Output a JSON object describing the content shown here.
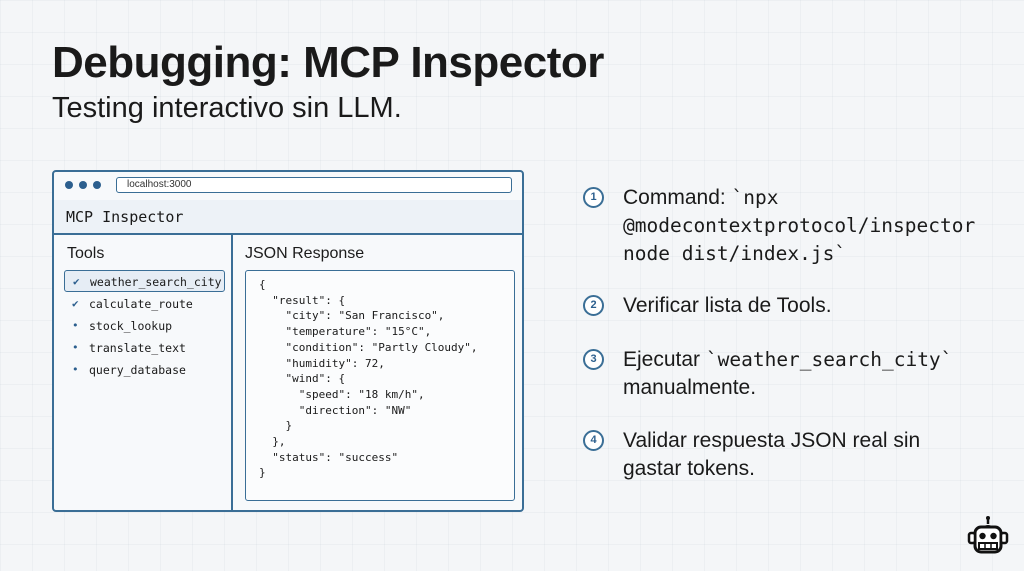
{
  "slide": {
    "title": "Debugging: MCP Inspector",
    "subtitle": "Testing interactivo sin LLM."
  },
  "window": {
    "address": "localhost:3000",
    "app_title": "MCP Inspector",
    "tools_label": "Tools",
    "tools": [
      {
        "name": "weather_search_city",
        "icon": "check-icon",
        "selected": true
      },
      {
        "name": "calculate_route",
        "icon": "check-icon",
        "selected": false
      },
      {
        "name": "stock_lookup",
        "icon": "bullet-icon",
        "selected": false
      },
      {
        "name": "translate_text",
        "icon": "bullet-icon",
        "selected": false
      },
      {
        "name": "query_database",
        "icon": "bullet-icon",
        "selected": false
      }
    ],
    "json_label": "JSON Response",
    "json_lines": [
      "{",
      "  \"result\": {",
      "    \"city\": \"San Francisco\",",
      "    \"temperature\": \"15°C\",",
      "    \"condition\": \"Partly Cloudy\",",
      "    \"humidity\": 72,",
      "    \"wind\": {",
      "      \"speed\": \"18 km/h\",",
      "      \"direction\": \"NW\"",
      "    }",
      "  },",
      "  \"status\": \"success\"",
      "}"
    ]
  },
  "steps": [
    {
      "number": "1",
      "l1_text": "Command: ",
      "l1_code": "`npx",
      "l2_code": "@modecontextprotocol/inspector",
      "l3_code": "node dist/index.js`"
    },
    {
      "number": "2",
      "text": "Verificar lista de Tools."
    },
    {
      "number": "3",
      "l1_text": "Ejecutar ",
      "l1_code": "`weather_search_city`",
      "l2_text": "manualmente."
    },
    {
      "number": "4",
      "l1_text": "Validar respuesta JSON real sin",
      "l2_text": "gastar tokens."
    }
  ],
  "colors": {
    "accent": "#3a6e96",
    "dots": "#2c5f8e",
    "text": "#1a1a1a"
  },
  "logo_icon": "robot-icon"
}
